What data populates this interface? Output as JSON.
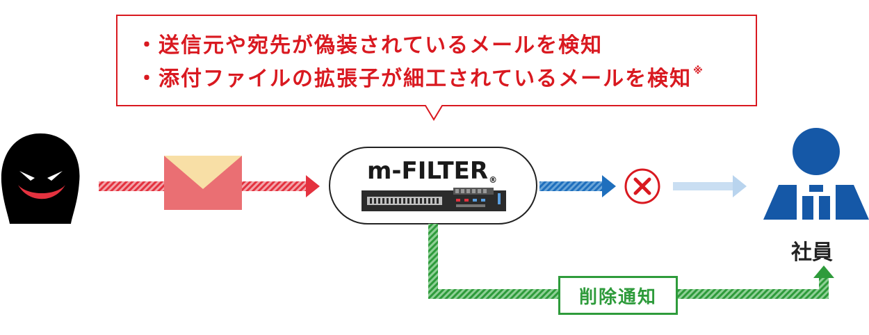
{
  "callout": {
    "line1": "・送信元や宛先が偽装されているメールを検知",
    "line2": "・添付ファイルの拡張子が細工されているメールを検知",
    "line2_mark": "※"
  },
  "product": {
    "brand": "m-FILTER",
    "reg_mark": "®"
  },
  "recipient": {
    "label": "社員"
  },
  "notice": {
    "label": "削除通知"
  },
  "colors": {
    "attack": "#e4323f",
    "filter_out": "#1f6fbd",
    "faded": "#b9d4ee",
    "block": "#d91920",
    "notify": "#2e9b3b",
    "employee": "#1558a7",
    "envelope": "#ea6f73",
    "envelope_flap": "#f8dfa6"
  }
}
